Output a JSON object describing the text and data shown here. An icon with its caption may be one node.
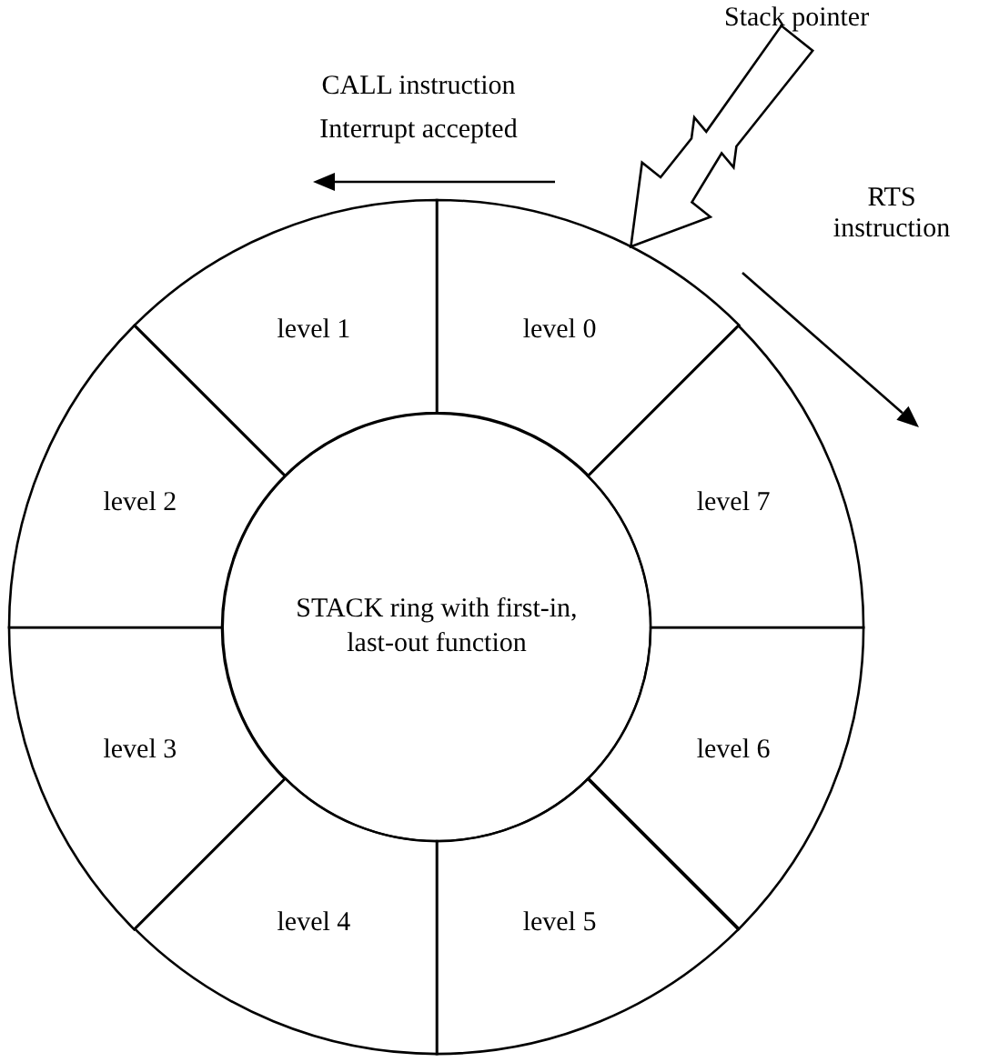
{
  "diagram": {
    "nodes": [
      {
        "text": [
          "Stack pointer"
        ]
      },
      {
        "text": [
          "level 0"
        ]
      },
      {
        "text": [
          "level 1"
        ]
      },
      {
        "text": [
          "level 2"
        ]
      },
      {
        "text": [
          "level 3"
        ]
      },
      {
        "text": [
          "level 4"
        ]
      },
      {
        "text": [
          "level 5"
        ]
      },
      {
        "text": [
          "level 6"
        ]
      },
      {
        "text": [
          "level 7"
        ]
      },
      {
        "text": [
          "STACK ring with first-in, last-out function"
        ]
      }
    ],
    "edges": [
      {
        "from": 0,
        "to": 1,
        "arrow": "to"
      }
    ],
    "labels": [
      "CALL instruction",
      "Interrupt accepted",
      "RTS instruction"
    ]
  }
}
